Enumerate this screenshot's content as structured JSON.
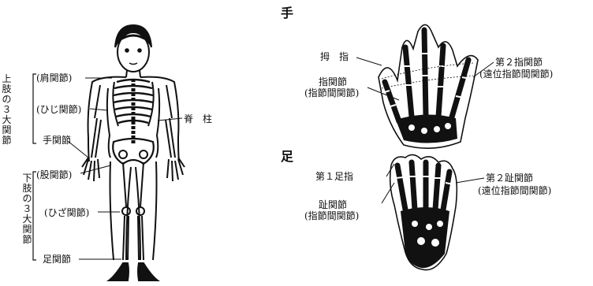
{
  "body": {
    "upper_group": "上肢の３大関節",
    "lower_group": "下肢の３大関節",
    "shoulder": "(肩関節)",
    "elbow": "(ひじ関節)",
    "wrist": "手関節",
    "spine": "脊　柱",
    "hip": "(股関節)",
    "knee": "(ひざ関節)",
    "ankle": "足関節"
  },
  "hand": {
    "heading": "手",
    "thumb": "拇　指",
    "finger_joint": "指関節",
    "finger_joint_sub": "(指節間関節)",
    "second_joint": "第２指関節",
    "second_joint_sub": "(遠位指節間関節)"
  },
  "foot": {
    "heading": "足",
    "big_toe": "第１足指",
    "toe_joint": "趾関節",
    "toe_joint_sub": "(指節間関節)",
    "second_joint": "第２趾関節",
    "second_joint_sub": "(遠位指節間関節)"
  }
}
